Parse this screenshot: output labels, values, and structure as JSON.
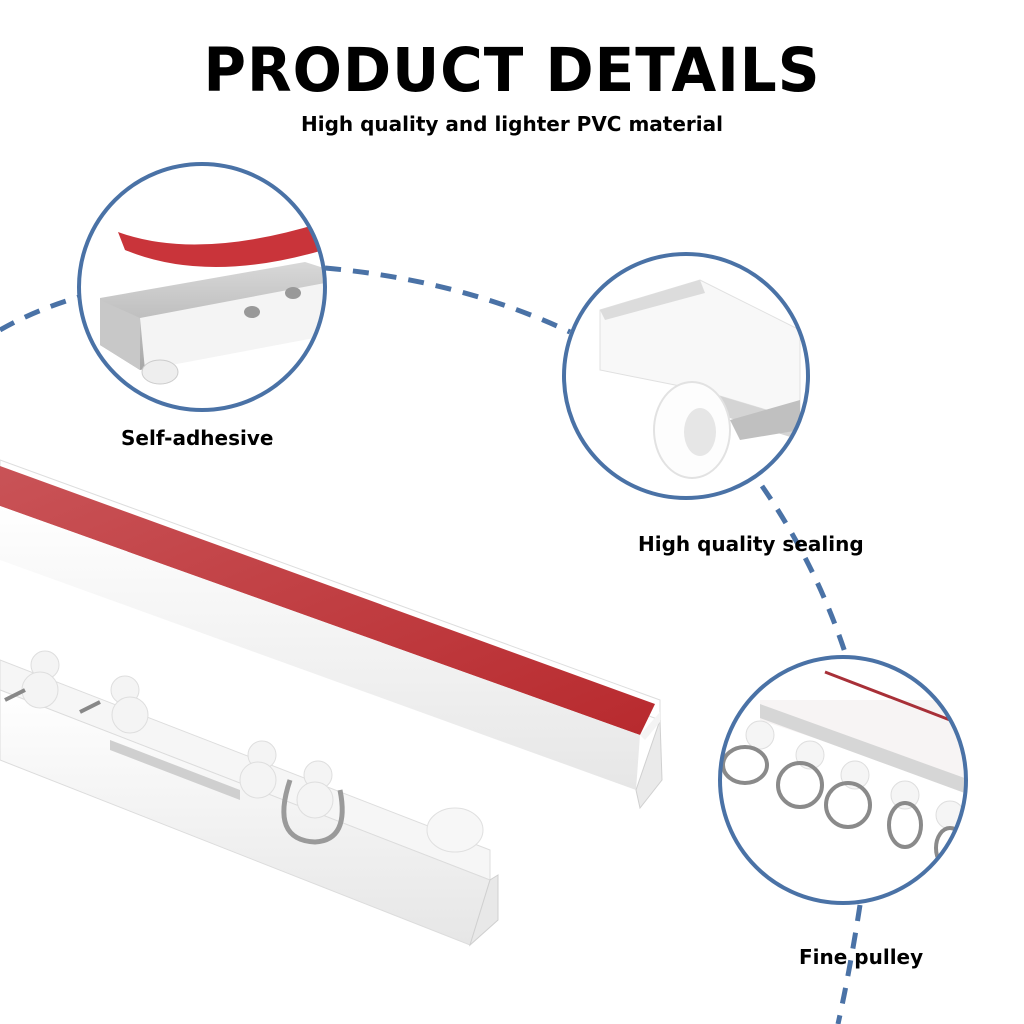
{
  "header": {
    "title": "PRODUCT DETAILS",
    "subtitle": "High quality and lighter PVC material"
  },
  "callouts": [
    {
      "label": "Self-adhesive",
      "icon": "adhesive-tape-icon"
    },
    {
      "label": "High quality sealing",
      "icon": "end-cap-sealing-icon"
    },
    {
      "label": "Fine pulley",
      "icon": "pulley-hooks-icon"
    }
  ],
  "colors": {
    "circle_stroke": "#4a72a6",
    "adhesive_red": "#c0363a",
    "track_white": "#f2f2f2",
    "text": "#000000"
  }
}
